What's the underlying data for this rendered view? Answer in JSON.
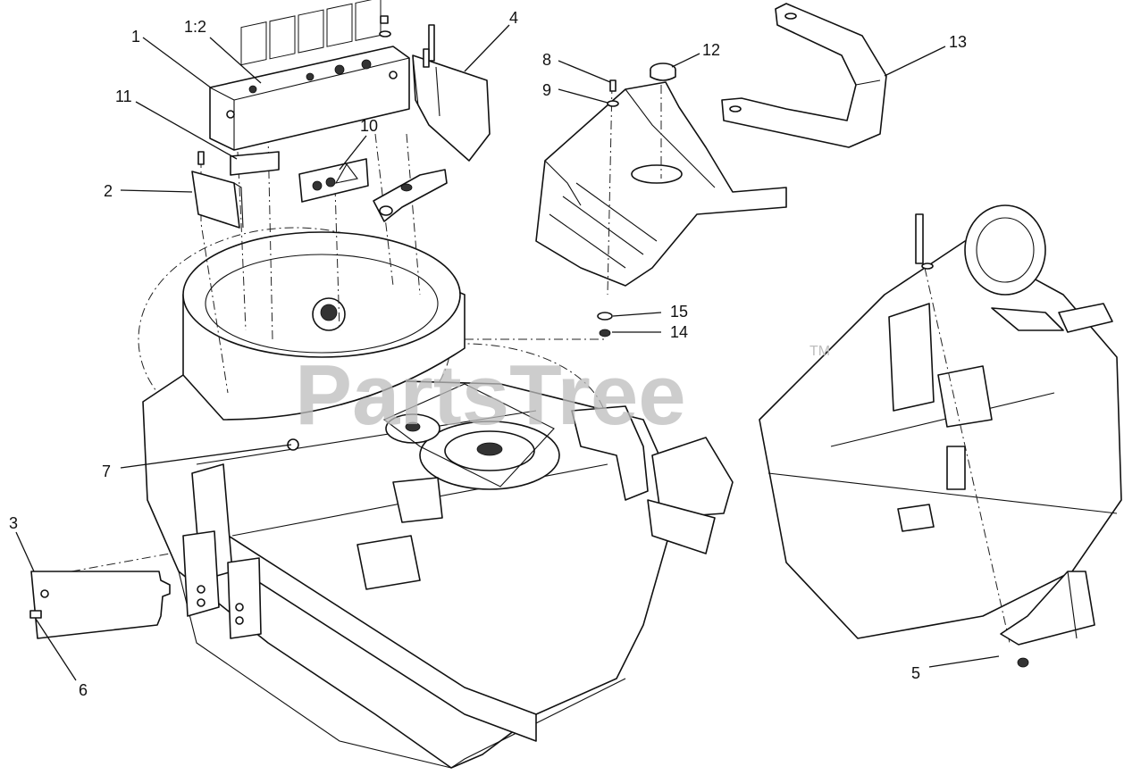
{
  "watermark": {
    "text": "PartsTree",
    "trademark": "TM"
  },
  "callouts": [
    {
      "id": "c1",
      "label": "1"
    },
    {
      "id": "c1-2",
      "label": "1:2"
    },
    {
      "id": "c2",
      "label": "2"
    },
    {
      "id": "c3",
      "label": "3"
    },
    {
      "id": "c4",
      "label": "4"
    },
    {
      "id": "c5",
      "label": "5"
    },
    {
      "id": "c6",
      "label": "6"
    },
    {
      "id": "c7",
      "label": "7"
    },
    {
      "id": "c8",
      "label": "8"
    },
    {
      "id": "c9",
      "label": "9"
    },
    {
      "id": "c10",
      "label": "10"
    },
    {
      "id": "c11",
      "label": "11"
    },
    {
      "id": "c12",
      "label": "12"
    },
    {
      "id": "c13",
      "label": "13"
    },
    {
      "id": "c14",
      "label": "14"
    },
    {
      "id": "c15",
      "label": "15"
    }
  ]
}
